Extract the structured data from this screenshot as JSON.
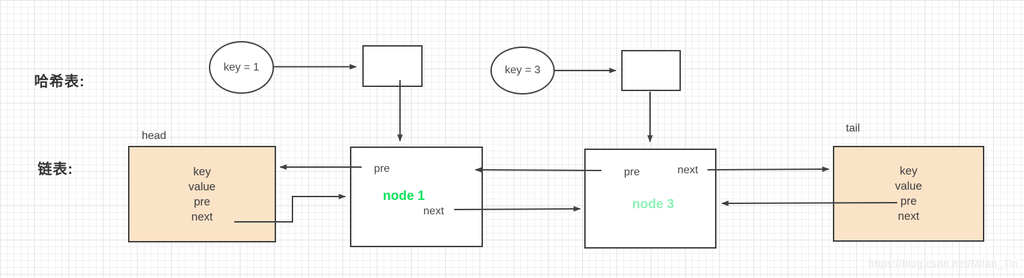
{
  "section_labels": {
    "hash_table": "哈希表:",
    "linked_list": "链表:"
  },
  "hash_entries": [
    {
      "key": "key = 1"
    },
    {
      "key": "key = 3"
    }
  ],
  "list": {
    "head_title": "head",
    "tail_title": "tail",
    "head_fields": [
      "key",
      "value",
      "pre",
      "next"
    ],
    "tail_fields": [
      "key",
      "value",
      "pre",
      "next"
    ],
    "node1": {
      "name": "node 1",
      "pre": "pre",
      "next": "next"
    },
    "node3": {
      "name": "node 3",
      "pre": "pre",
      "next": "next"
    }
  },
  "watermark": "https://blog.csdn.net/Milan_Tin",
  "colors": {
    "node1_name": "#0ae15a",
    "node3_name": "#8df2b5",
    "head_tail_fill": "#fbe3c8",
    "wire_stroke": "#404040"
  }
}
